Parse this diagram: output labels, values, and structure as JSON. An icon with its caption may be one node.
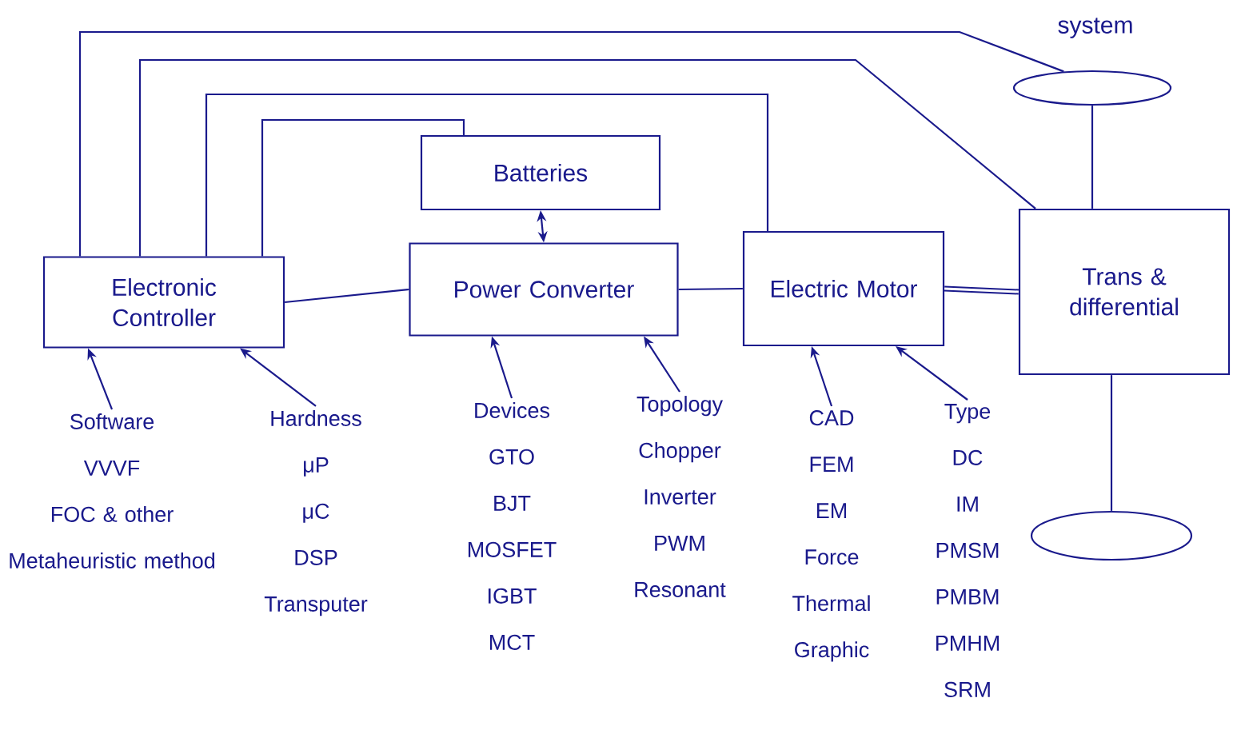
{
  "diagram": {
    "nodes": [
      {
        "text": [
          "Electronic Controller"
        ]
      },
      {
        "text": [
          "Batteries"
        ]
      },
      {
        "text": [
          "Power Converter"
        ]
      },
      {
        "text": [
          "Electric Motor"
        ]
      },
      {
        "text": [
          "Trans & differential"
        ]
      },
      {
        "text": [],
        "shape": "ellipse"
      },
      {
        "text": [],
        "shape": "ellipse"
      },
      {
        "text": [
          "Software",
          "VVVF",
          "FOC & other Metaheuristic method"
        ]
      },
      {
        "text": [
          "Hardness",
          "μP",
          "μC",
          "DSP",
          "Transputer"
        ]
      },
      {
        "text": [
          "Devices",
          "GTO",
          "BJT",
          "MOSFET",
          "IGBT",
          "MCT"
        ]
      },
      {
        "text": [
          "Topology",
          "Chopper",
          "Inverter",
          "PWM",
          "Resonant"
        ]
      },
      {
        "text": [
          "CAD",
          "FEM",
          "EM",
          "Force",
          "Thermal",
          "Graphic"
        ]
      },
      {
        "text": [
          "Type",
          "DC",
          "IM",
          "PMSM",
          "PMBM",
          "PMHM",
          "SRM"
        ]
      }
    ],
    "edges": [
      {
        "from": 0,
        "to": 2,
        "arrow": "none"
      },
      {
        "from": 1,
        "to": 2,
        "arrow": "both"
      },
      {
        "from": 2,
        "to": 3,
        "arrow": "none"
      },
      {
        "from": 3,
        "to": 4,
        "arrow": "none",
        "style": "thick"
      },
      {
        "from": 4,
        "to": 5,
        "arrow": "none"
      },
      {
        "from": 4,
        "to": 6,
        "arrow": "none"
      },
      {
        "from": 0,
        "to": 5,
        "arrow": "none"
      },
      {
        "from": 0,
        "to": 4,
        "arrow": "none"
      },
      {
        "from": 0,
        "to": 3,
        "arrow": "none"
      },
      {
        "from": 0,
        "to": 1,
        "arrow": "none"
      },
      {
        "from": 7,
        "to": 0,
        "arrow": "to"
      },
      {
        "from": 8,
        "to": 0,
        "arrow": "to"
      },
      {
        "from": 9,
        "to": 2,
        "arrow": "to"
      },
      {
        "from": 10,
        "to": 2,
        "arrow": "to"
      },
      {
        "from": 11,
        "to": 3,
        "arrow": "to"
      },
      {
        "from": 12,
        "to": 3,
        "arrow": "to"
      }
    ],
    "labels": [
      "system"
    ]
  }
}
